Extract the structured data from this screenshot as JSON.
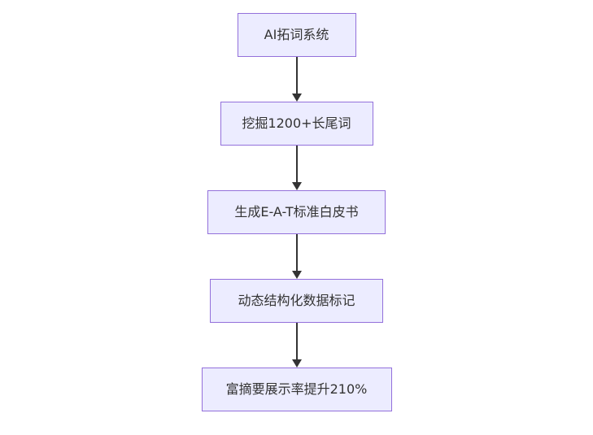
{
  "diagram": {
    "type": "flowchart",
    "direction": "top-down",
    "background": "#FFFFFF",
    "nodes": [
      {
        "label": "AI拓词系统"
      },
      {
        "label": "挖掘1200+长尾词"
      },
      {
        "label": "生成E-A-T标准白皮书"
      },
      {
        "label": "动态结构化数据标记"
      },
      {
        "label": "富摘要展示率提升210%"
      }
    ],
    "edges": [
      {
        "from": 0,
        "to": 1
      },
      {
        "from": 1,
        "to": 2
      },
      {
        "from": 2,
        "to": 3
      },
      {
        "from": 3,
        "to": 4
      }
    ],
    "colors": {
      "node_fill": "#ECECFF",
      "node_border": "#9370DB",
      "text": "#333333",
      "arrow": "#333333"
    }
  }
}
